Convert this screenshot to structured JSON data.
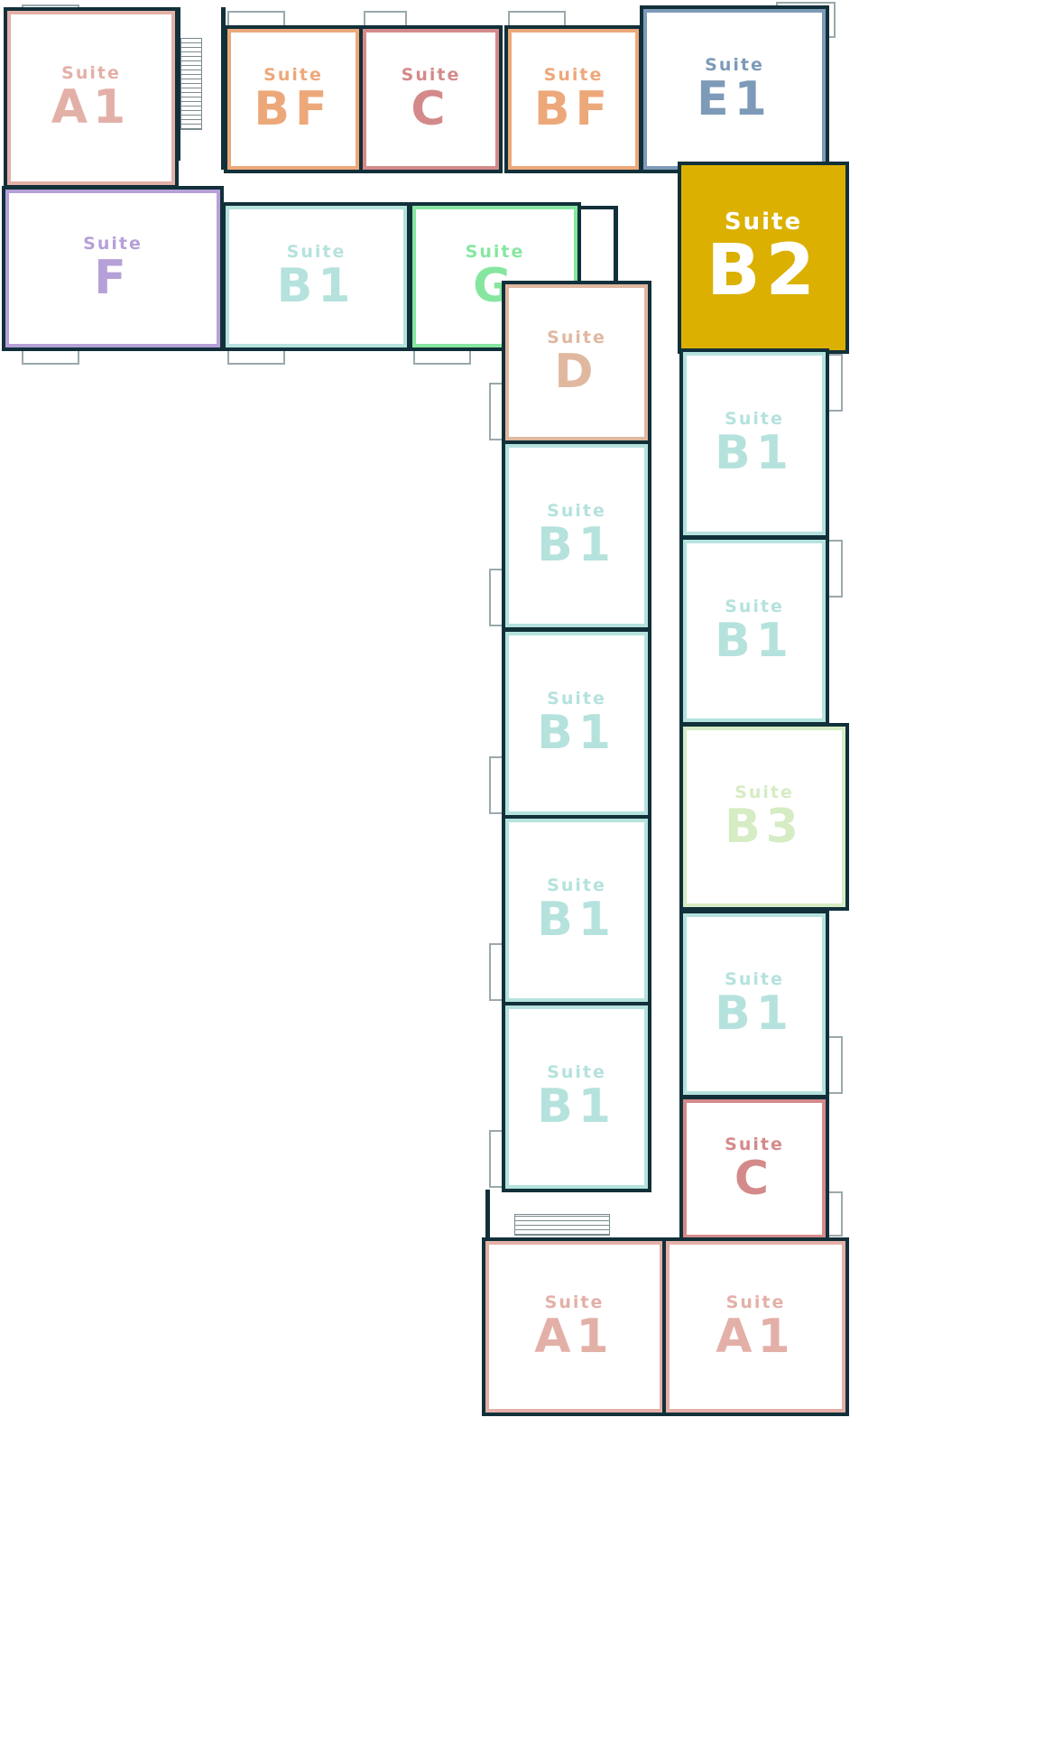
{
  "prefix": "Suite",
  "colors": {
    "wall": "#12303a",
    "A1": "#e3b0a8",
    "BF": "#eda87a",
    "C": "#d48a8a",
    "E1": "#7d9ab8",
    "F": "#b6a0d8",
    "B1": "#b5e2dd",
    "G": "#86e6a0",
    "D": "#e0b8a0",
    "B2": "#dbb000",
    "B3": "#d6ecc4"
  },
  "suites": [
    {
      "code": "A1",
      "color": "#e3b0a8"
    },
    {
      "code": "BF",
      "color": "#eda87a"
    },
    {
      "code": "C",
      "color": "#d48a8a"
    },
    {
      "code": "BF",
      "color": "#eda87a"
    },
    {
      "code": "E1",
      "color": "#7d9ab8"
    },
    {
      "code": "B2",
      "color": "#dbb000",
      "highlighted": true
    },
    {
      "code": "F",
      "color": "#b6a0d8"
    },
    {
      "code": "B1",
      "color": "#b5e2dd"
    },
    {
      "code": "G",
      "color": "#86e6a0"
    },
    {
      "code": "D",
      "color": "#e0b8a0"
    },
    {
      "code": "B1",
      "color": "#b5e2dd"
    },
    {
      "code": "B1",
      "color": "#b5e2dd"
    },
    {
      "code": "B3",
      "color": "#d6ecc4"
    },
    {
      "code": "B1",
      "color": "#b5e2dd"
    },
    {
      "code": "C",
      "color": "#d48a8a"
    },
    {
      "code": "B1",
      "color": "#b5e2dd"
    },
    {
      "code": "B1",
      "color": "#b5e2dd"
    },
    {
      "code": "B1",
      "color": "#b5e2dd"
    },
    {
      "code": "B1",
      "color": "#b5e2dd"
    },
    {
      "code": "A1",
      "color": "#e3b0a8"
    },
    {
      "code": "A1",
      "color": "#e3b0a8"
    }
  ]
}
